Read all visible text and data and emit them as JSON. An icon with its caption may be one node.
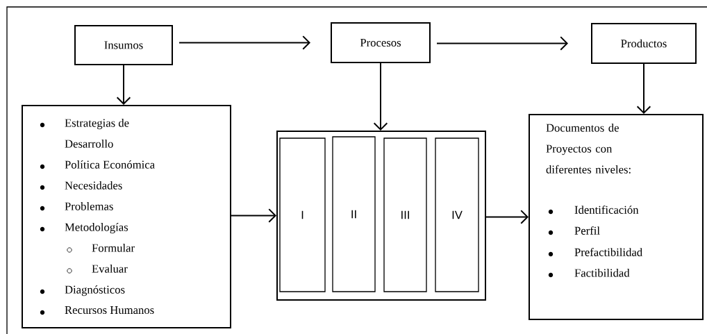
{
  "diagram": {
    "nodes": [
      {
        "text": [
          "Insumos"
        ]
      },
      {
        "text": [
          "Procesos"
        ]
      },
      {
        "text": [
          "Productos"
        ]
      },
      {
        "text": [
          "Estrategias de Desarrollo",
          "Política Económica",
          "Necesidades",
          "Problemas",
          "Metodologías",
          "Formular",
          "Evaluar",
          "Diagnósticos",
          "Recursos Humanos"
        ]
      },
      {
        "text": [],
        "shape": "box"
      },
      {
        "text": [
          "I"
        ],
        "in": 4
      },
      {
        "text": [
          "II"
        ],
        "in": 4
      },
      {
        "text": [
          "III"
        ],
        "in": 4
      },
      {
        "text": [
          "IV"
        ],
        "in": 4
      },
      {
        "text": [
          "Documentos de Proyectos con diferentes niveles:",
          "Identificación",
          "Perfil",
          "Prefactibilidad",
          "Factibilidad"
        ]
      }
    ],
    "edges": [
      {
        "from": 0,
        "to": 1,
        "arrow": "to"
      },
      {
        "from": 1,
        "to": 2,
        "arrow": "to"
      },
      {
        "from": 0,
        "to": 3,
        "arrow": "to"
      },
      {
        "from": 1,
        "to": 4,
        "arrow": "to"
      },
      {
        "from": 2,
        "to": 9,
        "arrow": "to"
      },
      {
        "from": 3,
        "to": 4,
        "arrow": "to"
      },
      {
        "from": 4,
        "to": 9,
        "arrow": "to"
      }
    ]
  }
}
